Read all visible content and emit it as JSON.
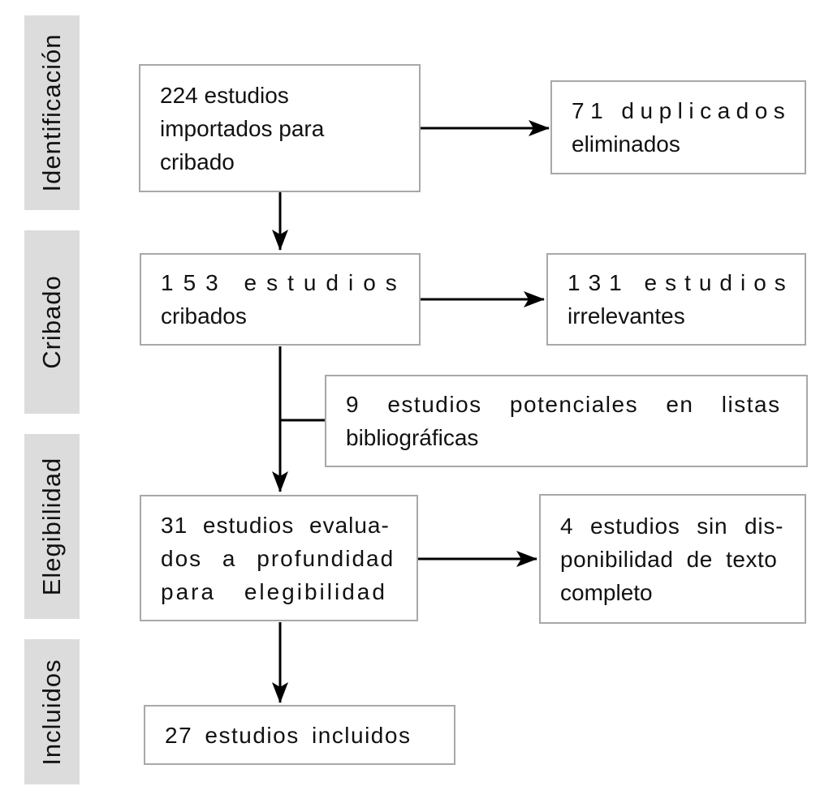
{
  "diagram": {
    "type": "prisma-flow",
    "language": "es",
    "stages": [
      {
        "label": "Identificación"
      },
      {
        "label": "Cribado"
      },
      {
        "label": "Elegibilidad"
      },
      {
        "label": "Incluidos"
      }
    ],
    "flow": {
      "imported": {
        "count": 224,
        "lines": [
          "224 estudios",
          "importados para",
          "cribado"
        ]
      },
      "duplicates": {
        "count": 71,
        "lines": [
          "71 duplicados",
          "eliminados"
        ]
      },
      "screened": {
        "count": 153,
        "lines": [
          "153 estudios",
          "cribados"
        ]
      },
      "irrelevant": {
        "count": 131,
        "lines": [
          "131 estudios",
          "irrelevantes"
        ]
      },
      "references": {
        "count": 9,
        "lines": [
          "9 estudios potenciales en listas",
          "bibliográficas"
        ]
      },
      "assessed": {
        "count": 31,
        "lines": [
          "31 estudios evalua-",
          "dos a profundidad",
          "para elegibilidad"
        ]
      },
      "no_fulltext": {
        "count": 4,
        "lines": [
          "4 estudios sin dis-",
          "ponibilidad de texto",
          "completo"
        ]
      },
      "included": {
        "count": 27,
        "lines": [
          "27 estudios incluidos"
        ]
      }
    },
    "colors": {
      "stage_fill": "#dcdcdc",
      "box_border": "#a8a8a8",
      "box_fill": "#ffffff",
      "line_color": "#000000",
      "text_color": "#111111",
      "background": "#ffffff"
    }
  }
}
